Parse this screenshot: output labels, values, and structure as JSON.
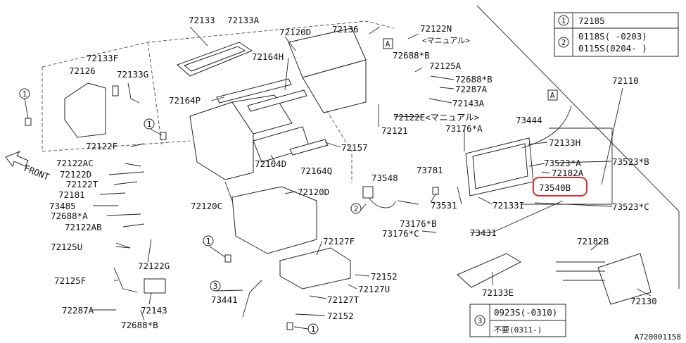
{
  "labels": {
    "l72133": "72133",
    "l72133A": "72133A",
    "l72120D_top": "72120D",
    "l72136": "72136",
    "l72122N": "72122N",
    "l_manual1": "<マニュアル>",
    "l72133F": "72133F",
    "l72126": "72126",
    "l72133G": "72133G",
    "l72164H": "72164H",
    "l72688B_1": "72688*B",
    "l72125A": "72125A",
    "l72688B_2": "72688*B",
    "l72287A_top": "72287A",
    "l72143A": "72143A",
    "l72164P": "72164P",
    "l72122E": "72122E<マニュアル>",
    "l72121": "72121",
    "l72110": "72110",
    "l73444": "73444",
    "l73176A": "73176*A",
    "l72133H": "72133H",
    "l72122F": "72122F",
    "l72157": "72157",
    "l73523A": "73523*A",
    "l73523B": "73523*B",
    "l72182A": "72182A",
    "l72122AC": "72122AC",
    "l72122D": "72122D",
    "l72164D": "72164D",
    "l72164Q": "72164Q",
    "l73548": "73548",
    "l73781": "73781",
    "l73540B": "73540B",
    "l72122T": "72122T",
    "l72181": "72181",
    "l72120D_mid": "72120D",
    "l73531": "73531",
    "l72133I": "72133I",
    "l73485": "73485",
    "l72120C": "72120C",
    "l73523C": "73523*C",
    "l72688A": "72688*A",
    "l73176B": "73176*B",
    "l72122AB": "72122AB",
    "l73176C": "73176*C",
    "l73431": "73431",
    "l72127F": "72127F",
    "l72182B": "72182B",
    "l72125U": "72125U",
    "l72122G": "72122G",
    "l72152_1": "72152",
    "l72125F": "72125F",
    "l72133E": "72133E",
    "l72127U": "72127U",
    "l72143": "72143",
    "l73441": "73441",
    "l72127T": "72127T",
    "l72130": "72130",
    "l72287A_bot": "72287A",
    "l72152_2": "72152",
    "l72688B_3": "72688*B",
    "front": "FRONT",
    "callout_A1": "A",
    "callout_A2": "A",
    "n1": "1",
    "n2": "2",
    "n3": "3"
  },
  "legend_top": {
    "r1_num": "1",
    "r1_val": "72185",
    "r2_num": "2",
    "r2_val1": "0118S(  -0203)",
    "r2_val2": "0115S(0204-  )"
  },
  "legend_bottom": {
    "num": "3",
    "val1": "0923S(-0310)",
    "val2": "不要(0311-)"
  },
  "highlighted_part": "73540B",
  "figure_id": "A720001158",
  "colors": {
    "highlight": "#d9302b",
    "ink": "#222222"
  }
}
